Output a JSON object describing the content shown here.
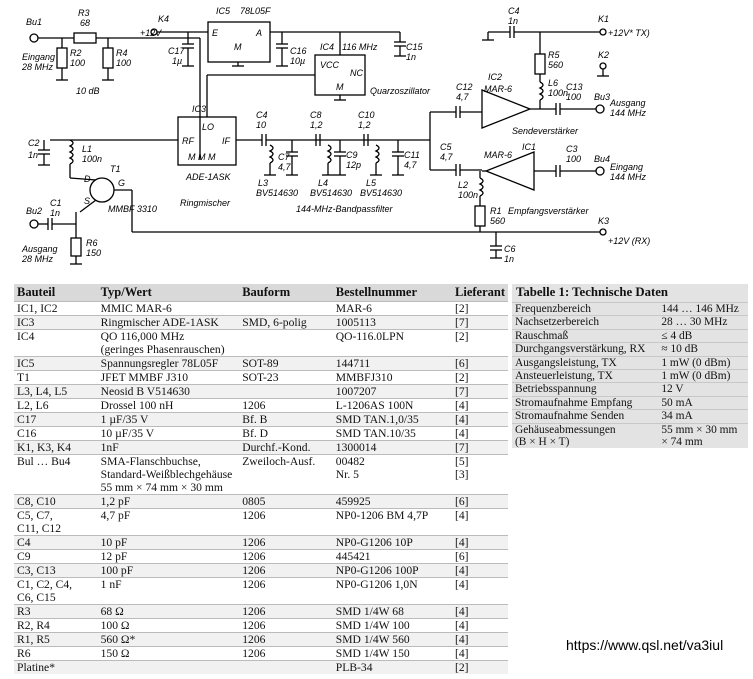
{
  "schematic": {
    "labels": {
      "bu1": "Bu1",
      "eingang28": "Eingang",
      "mhz28a": "28 MHz",
      "r3": "R3",
      "r3v": "68",
      "r2": "R2",
      "r2v": "100",
      "r4": "R4",
      "r4v": "100",
      "db10": "10 dB",
      "k4": "K4",
      "k4v": "+12V",
      "ic5": "IC5",
      "ic5v": "78L05F",
      "e": "E",
      "a": "A",
      "m": "M",
      "c17": "C17",
      "c17v": "1µ",
      "c16": "C16",
      "c16v": "10µ",
      "ic4": "IC4",
      "ic4f": "116 MHz",
      "vcc": "VCC",
      "nc": "NC",
      "quarz": "Quarzoszillator",
      "c15": "C15",
      "c15v": "1n",
      "ic3": "IC3",
      "lo": "LO",
      "rf": "RF",
      "if": "IF",
      "mmm": "M  M  M",
      "ade": "ADE-1ASK",
      "ringm": "Ringmischer",
      "c2": "C2",
      "c2v": "1n",
      "l1": "L1",
      "l1v": "100n",
      "t1": "T1",
      "d": "D",
      "g": "G",
      "s": "S",
      "mmbf": "MMBF 3310",
      "bu2": "Bu2",
      "c1": "C1",
      "c1v": "1n",
      "ausgang28": "Ausgang",
      "mhz28b": "28 MHz",
      "r6": "R6",
      "r6v": "150",
      "c4": "C4",
      "c4v": "10",
      "c8": "C8",
      "c8v": "1,2",
      "c10": "C10",
      "c10v": "1,2",
      "c7": "C7",
      "c7v": "4,7",
      "c9": "C9",
      "c9v": "12p",
      "c11": "C11",
      "c11v": "4,7",
      "l3": "L3",
      "l3v": "BV514630",
      "l4": "L4",
      "l4v": "BV514630",
      "l5": "L5",
      "l5v": "BV514630",
      "bpf": "144-MHz-Bandpassfilter",
      "c12": "C12",
      "c12v": "4,7",
      "c5": "C5",
      "c5v": "4,7",
      "l2": "L2",
      "l2v": "100n",
      "r1": "R1",
      "r1v": "560",
      "ic2": "IC2",
      "mar6a": "MAR-6",
      "ic1": "IC1",
      "mar6b": "MAR-6",
      "sendev": "Sendeverstärker",
      "empfv": "Empfangsverstärker",
      "c4top": "C4",
      "c4topv": "1n",
      "k1": "K1",
      "k1v": "+12V* TX)",
      "k2": "K2",
      "r5": "R5",
      "r5v": "560",
      "l6": "L6",
      "l6v": "100n",
      "c13": "C13",
      "c13v": "100",
      "bu3": "Bu3",
      "ausgang144": "Ausgang",
      "mhz144a": "144 MHz",
      "c3": "C3",
      "c3v": "100",
      "bu4": "Bu4",
      "eingang144": "Eingang",
      "mhz144b": "144 MHz",
      "k3": "K3",
      "k3v": "+12V (RX)",
      "c6": "C6",
      "c6v": "1n"
    }
  },
  "parts_table": {
    "headers": [
      "Bauteil",
      "Typ/Wert",
      "Bauform",
      "Bestellnummer",
      "Lieferant"
    ],
    "rows": [
      {
        "bauteil": "IC1, IC2",
        "typ": "MMIC MAR-6",
        "bauform": "",
        "best": "MAR-6",
        "lief": "[2]"
      },
      {
        "bauteil": "IC3",
        "typ": "Ringmischer ADE-1ASK",
        "bauform": "SMD, 6-polig",
        "best": "1005113",
        "lief": "[7]"
      },
      {
        "bauteil": "IC4",
        "typ": "QO 116,000 MHz\n(geringes Phasenrauschen)",
        "bauform": "",
        "best": "QO-116.0LPN",
        "lief": "[2]"
      },
      {
        "bauteil": "IC5",
        "typ": "Spannungsregler 78L05F",
        "bauform": "SOT-89",
        "best": "144711",
        "lief": "[6]"
      },
      {
        "bauteil": "T1",
        "typ": "JFET MMBF J310",
        "bauform": "SOT-23",
        "best": "MMBFJ310",
        "lief": "[2]"
      },
      {
        "bauteil": "L3, L4, L5",
        "typ": "Neosid B V514630",
        "bauform": "",
        "best": "1007207",
        "lief": "[7]"
      },
      {
        "bauteil": "L2, L6",
        "typ": "Drossel 100 nH",
        "bauform": "1206",
        "best": "L-1206AS 100N",
        "lief": "[4]"
      },
      {
        "bauteil": "C17",
        "typ": "1 µF/35 V",
        "bauform": "Bf. B",
        "best": "SMD TAN.1,0/35",
        "lief": "[4]"
      },
      {
        "bauteil": "C16",
        "typ": "10 µF/35 V",
        "bauform": "Bf. D",
        "best": "SMD TAN.10/35",
        "lief": "[4]"
      },
      {
        "bauteil": "K1, K3, K4",
        "typ": "1nF",
        "bauform": "Durchf.-Kond.",
        "best": "1300014",
        "lief": "[7]"
      },
      {
        "bauteil": "Bul … Bu4",
        "typ": "SMA-Flanschbuchse,\nStandard-Weißblechgehäuse\n55 mm × 74 mm × 30 mm",
        "bauform": "Zweiloch-Ausf.",
        "best": "00482\nNr. 5",
        "lief": "[5]\n[3]"
      },
      {
        "bauteil": "C8, C10",
        "typ": "1,2 pF",
        "bauform": "0805",
        "best": "459925",
        "lief": "[6]"
      },
      {
        "bauteil": "C5, C7,\nC11, C12",
        "typ": "4,7 pF",
        "bauform": "1206",
        "best": "NP0-1206 BM 4,7P",
        "lief": "[4]"
      },
      {
        "bauteil": "C4",
        "typ": "10 pF",
        "bauform": "1206",
        "best": "NP0-G1206 10P",
        "lief": "[4]"
      },
      {
        "bauteil": "C9",
        "typ": "12 pF",
        "bauform": "1206",
        "best": "445421",
        "lief": "[6]"
      },
      {
        "bauteil": "C3, C13",
        "typ": "100 pF",
        "bauform": "1206",
        "best": "NP0-G1206 100P",
        "lief": "[4]"
      },
      {
        "bauteil": "C1, C2, C4,\nC6, C15",
        "typ": "1 nF",
        "bauform": "1206",
        "best": "NP0-G1206 1,0N",
        "lief": "[4]"
      },
      {
        "bauteil": "R3",
        "typ": "68 Ω",
        "bauform": "1206",
        "best": "SMD 1/4W 68",
        "lief": "[4]"
      },
      {
        "bauteil": "R2, R4",
        "typ": "100 Ω",
        "bauform": "1206",
        "best": "SMD 1/4W 100",
        "lief": "[4]"
      },
      {
        "bauteil": "R1, R5",
        "typ": "560 Ω*",
        "bauform": "1206",
        "best": "SMD 1/4W 560",
        "lief": "[4]"
      },
      {
        "bauteil": "R6",
        "typ": "150 Ω",
        "bauform": "1206",
        "best": "SMD 1/4W 150",
        "lief": "[4]"
      },
      {
        "bauteil": "Platine*",
        "typ": "",
        "bauform": "",
        "best": "PLB-34",
        "lief": "[2]"
      }
    ]
  },
  "tech_table": {
    "title": "Tabelle 1: Technische Daten",
    "rows": [
      {
        "k": "Frequenzbereich",
        "v": "144 … 146 MHz"
      },
      {
        "k": "Nachsetzerbereich",
        "v": "28 … 30 MHz"
      },
      {
        "k": "Rauschmaß",
        "v": "≤ 4 dB"
      },
      {
        "k": "Durchgangsverstärkung, RX",
        "v": "≈ 10 dB"
      },
      {
        "k": "Ausgangsleistung, TX",
        "v": "1 mW (0 dBm)"
      },
      {
        "k": "Ansteuerleistung, TX",
        "v": "1 mW (0 dBm)"
      },
      {
        "k": "Betriebsspannung",
        "v": "12 V"
      },
      {
        "k": "Stromaufnahme Empfang",
        "v": "50 mA"
      },
      {
        "k": "Stromaufnahme Senden",
        "v": "34 mA"
      },
      {
        "k": "Gehäuseabmessungen\n(B × H × T)",
        "v": "55 mm × 30 mm\n× 74 mm"
      }
    ]
  },
  "footer": {
    "url": "https://www.qsl.net/va3iul"
  }
}
